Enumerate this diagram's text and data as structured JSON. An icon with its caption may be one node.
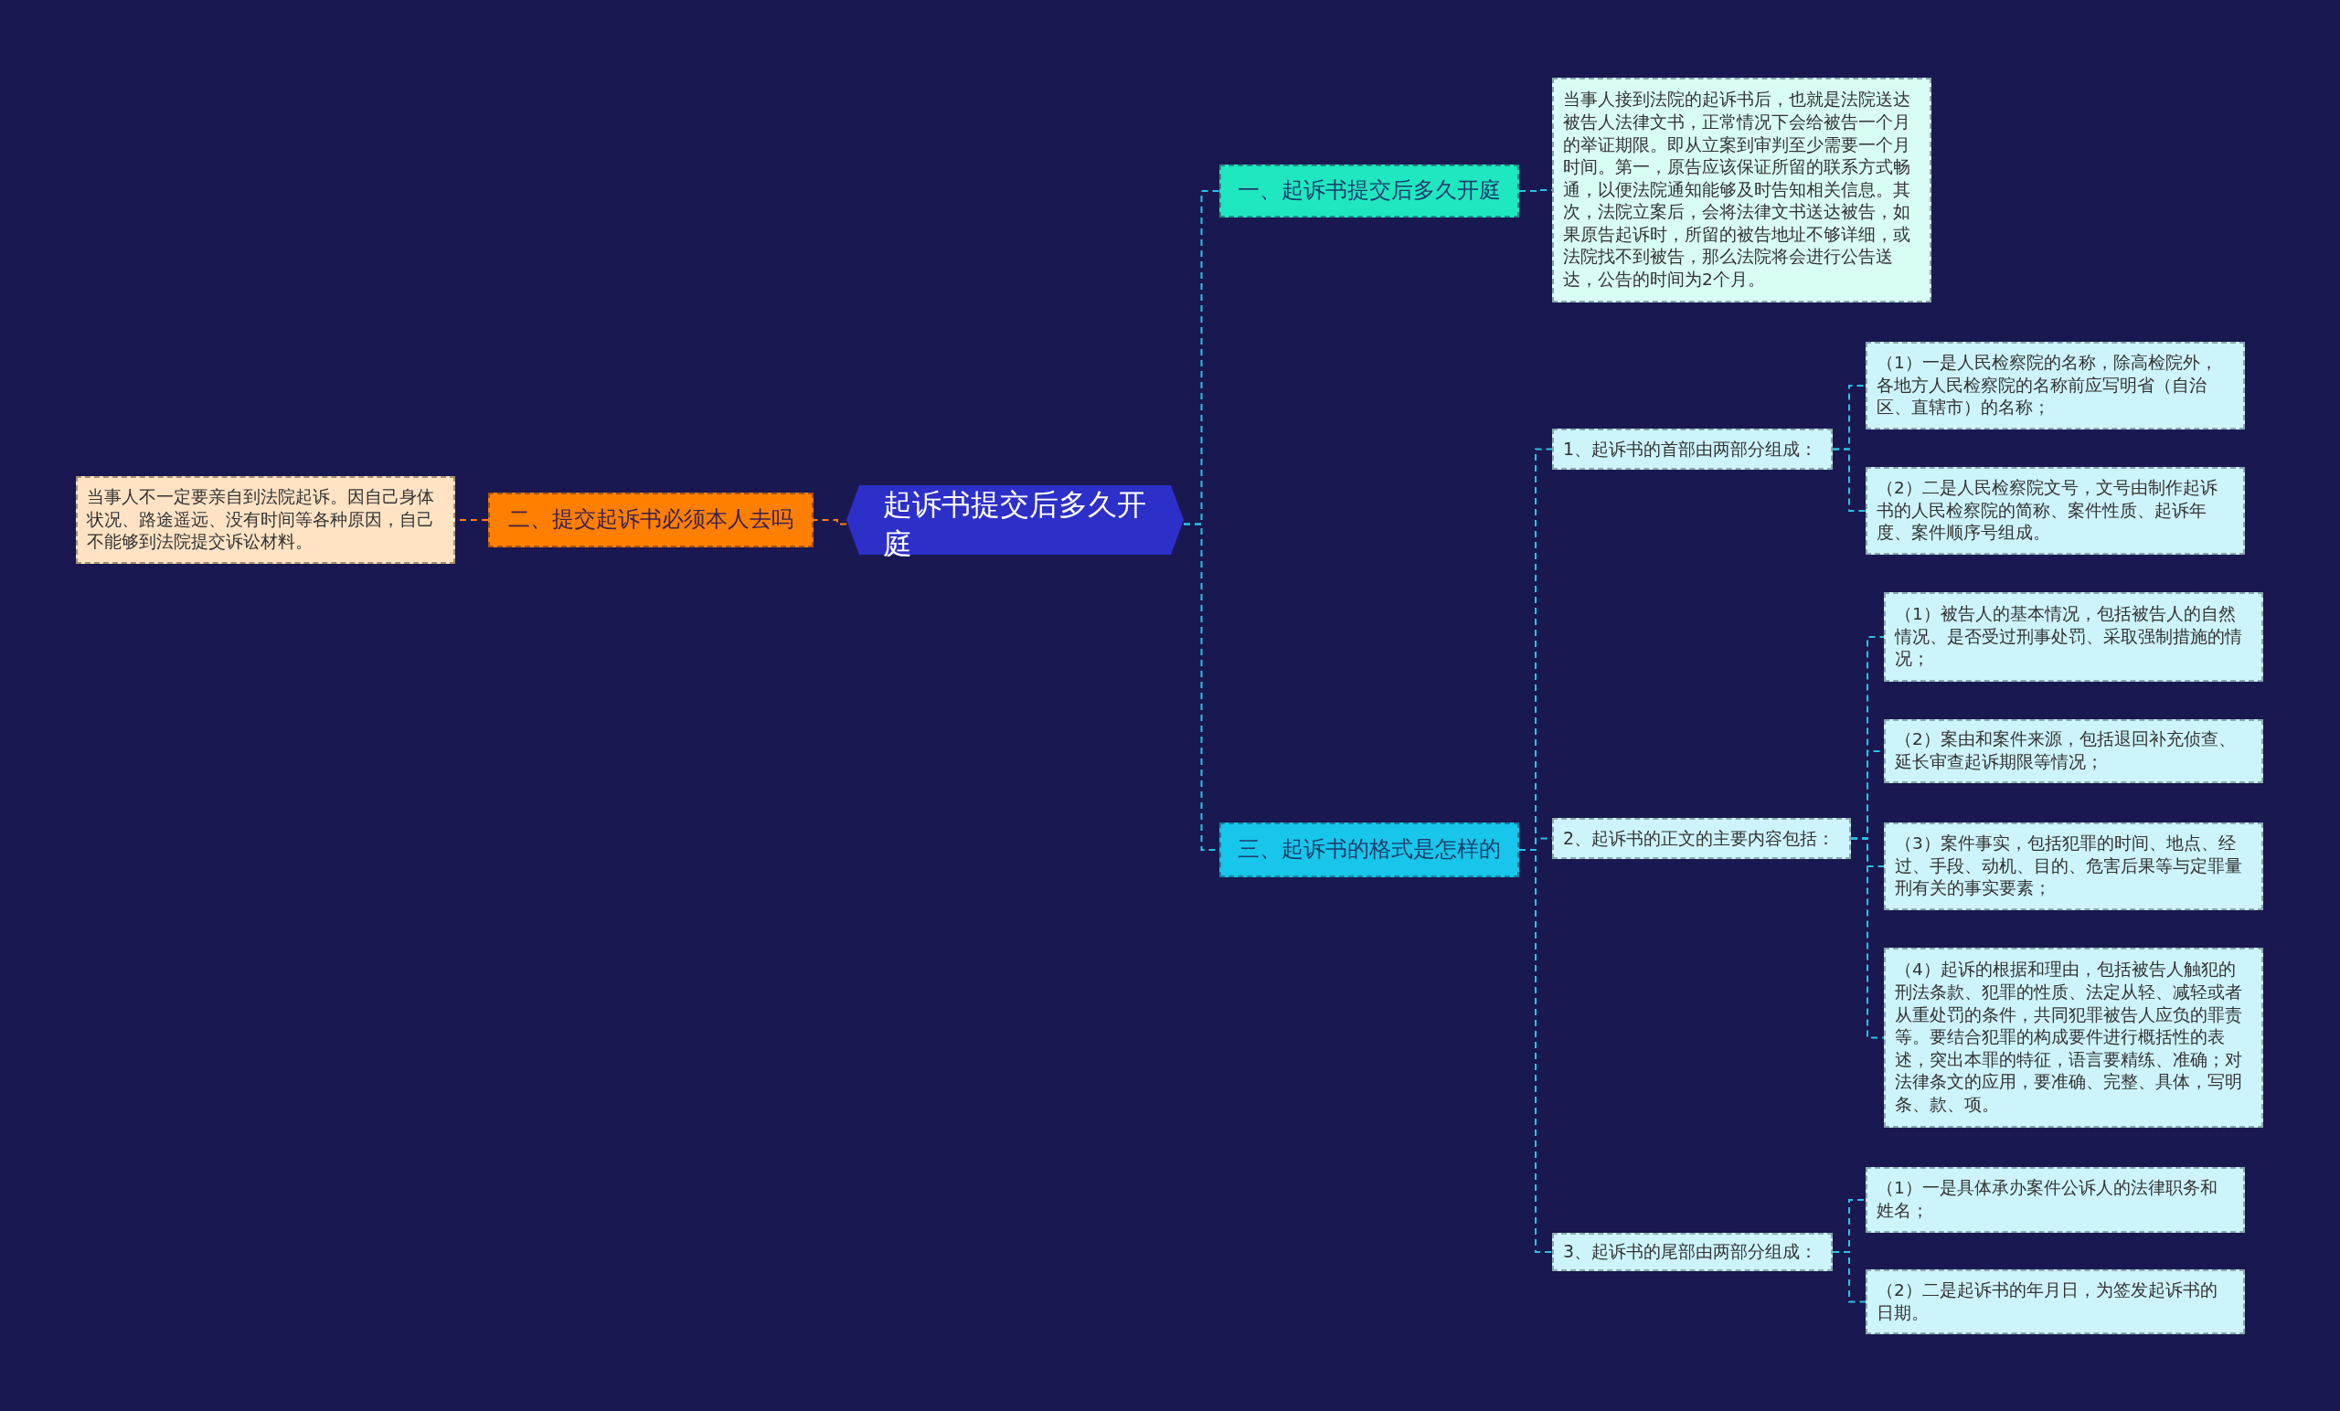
{
  "diagram": {
    "nodes": [
      {
        "text": [
          "起诉书提交后多久开庭"
        ]
      },
      {
        "text": [
          "一、起诉书提交后多久开庭"
        ]
      },
      {
        "text": [
          "当事人接到法院的起诉书后，也就是法院送达被告人法律文书，正常情况下会给被告一个月的举证期限。即从立案到审判至少需要一个月时间。第一，原告应该保证所留的联系方式畅通，以便法院通知能够及时告知相关信息。其次，法院立案后，会将法律文书送达被告，如果原告起诉时，所留的被告地址不够详细，或法院找不到被告，那么法院将会进行公告送达，公告的时间为2个月。"
        ]
      },
      {
        "text": [
          "二、提交起诉书必须本人去吗"
        ]
      },
      {
        "text": [
          "当事人不一定要亲自到法院起诉。因自己身体状况、路途遥远、没有时间等各种原因，自己不能够到法院提交诉讼材料。"
        ]
      },
      {
        "text": [
          "三、起诉书的格式是怎样的"
        ]
      },
      {
        "text": [
          "1、起诉书的首部由两部分组成："
        ]
      },
      {
        "text": [
          "（1）一是人民检察院的名称，除高检院外，各地方人民检察院的名称前应写明省（自治区、直辖市）的名称；"
        ]
      },
      {
        "text": [
          "（2）二是人民检察院文号，文号由制作起诉书的人民检察院的简称、案件性质、起诉年度、案件顺序号组成。"
        ]
      },
      {
        "text": [
          "2、起诉书的正文的主要内容包括："
        ]
      },
      {
        "text": [
          "（1）被告人的基本情况，包括被告人的自然情况、是否受过刑事处罚、采取强制措施的情况；"
        ]
      },
      {
        "text": [
          "（2）案由和案件来源，包括退回补充侦查、延长审查起诉期限等情况；"
        ]
      },
      {
        "text": [
          "（3）案件事实，包括犯罪的时间、地点、经过、手段、动机、目的、危害后果等与定罪量刑有关的事实要素；"
        ]
      },
      {
        "text": [
          "（4）起诉的根据和理由，包括被告人触犯的刑法条款、犯罪的性质、法定从轻、减轻或者从重处罚的条件，共同犯罪被告人应负的罪责等。要结合犯罪的构成要件进行概括性的表述，突出本罪的特征，语言要精练、准确；对法律条文的应用，要准确、完整、具体，写明条、款、项。"
        ]
      },
      {
        "text": [
          "3、起诉书的尾部由两部分组成："
        ]
      },
      {
        "text": [
          "（1）一是具体承办案件公诉人的法律职务和姓名；"
        ]
      },
      {
        "text": [
          "（2）二是起诉书的年月日，为签发起诉书的日期。"
        ]
      }
    ],
    "edges": [
      {
        "from": 0,
        "to": 1,
        "arrow": "none"
      },
      {
        "from": 0,
        "to": 3,
        "arrow": "none",
        "color": "#ff7f00"
      },
      {
        "from": 0,
        "to": 5,
        "arrow": "none"
      },
      {
        "from": 1,
        "to": 2,
        "arrow": "none"
      },
      {
        "from": 3,
        "to": 4,
        "arrow": "none",
        "color": "#ff7f00"
      },
      {
        "from": 5,
        "to": 6,
        "arrow": "none"
      },
      {
        "from": 5,
        "to": 9,
        "arrow": "none"
      },
      {
        "from": 5,
        "to": 14,
        "arrow": "none"
      },
      {
        "from": 6,
        "to": 7,
        "arrow": "none"
      },
      {
        "from": 6,
        "to": 8,
        "arrow": "none"
      },
      {
        "from": 9,
        "to": 10,
        "arrow": "none"
      },
      {
        "from": 9,
        "to": 11,
        "arrow": "none"
      },
      {
        "from": 9,
        "to": 12,
        "arrow": "none"
      },
      {
        "from": 9,
        "to": 13,
        "arrow": "none"
      },
      {
        "from": 14,
        "to": 15,
        "arrow": "none"
      },
      {
        "from": 14,
        "to": 16,
        "arrow": "none"
      }
    ]
  }
}
